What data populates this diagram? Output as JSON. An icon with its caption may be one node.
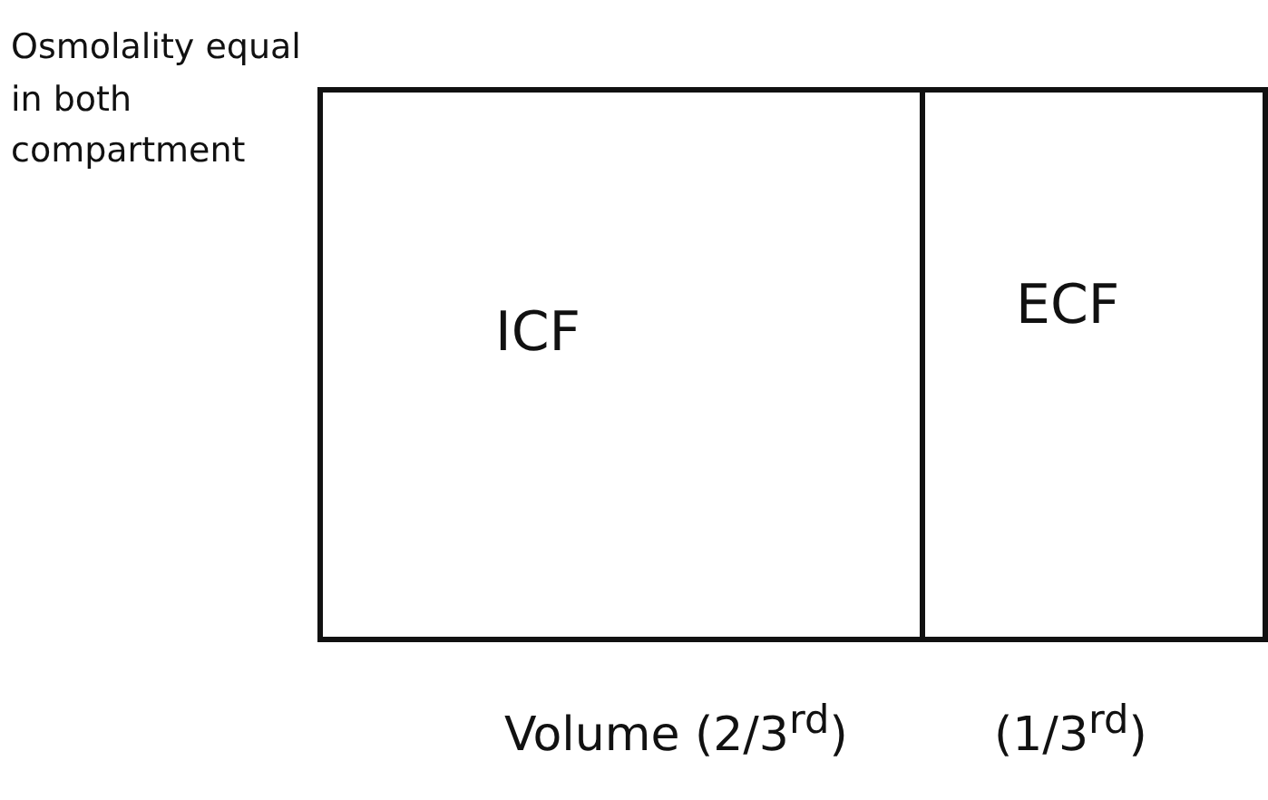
{
  "diagram": {
    "nodes": [
      {
        "text": [
          "ICF"
        ],
        "beside": [
          "Volume (2/3$^{rd}$)"
        ]
      },
      {
        "text": [
          "ECF"
        ],
        "beside": [
          "(1/3$^{rd}$)"
        ]
      }
    ],
    "labels": [
      "Osmolality equal in both compartment"
    ]
  }
}
